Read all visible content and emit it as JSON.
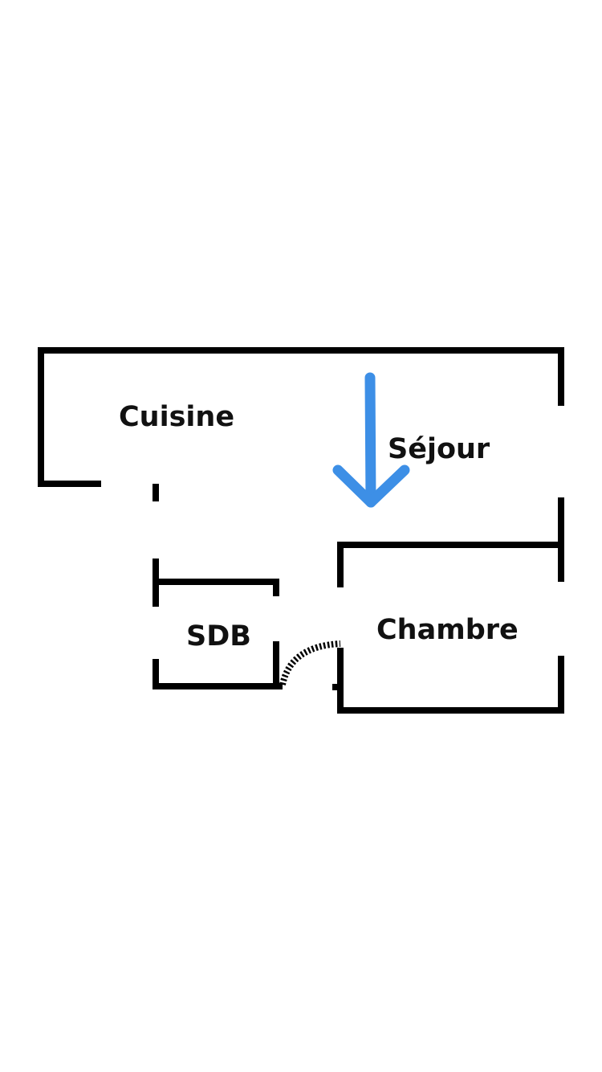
{
  "rooms": {
    "kitchen": "Cuisine",
    "living": "Séjour",
    "bathroom": "SDB",
    "bedroom": "Chambre"
  },
  "colors": {
    "walls": "#000000",
    "arrow": "#3d8fe6"
  }
}
